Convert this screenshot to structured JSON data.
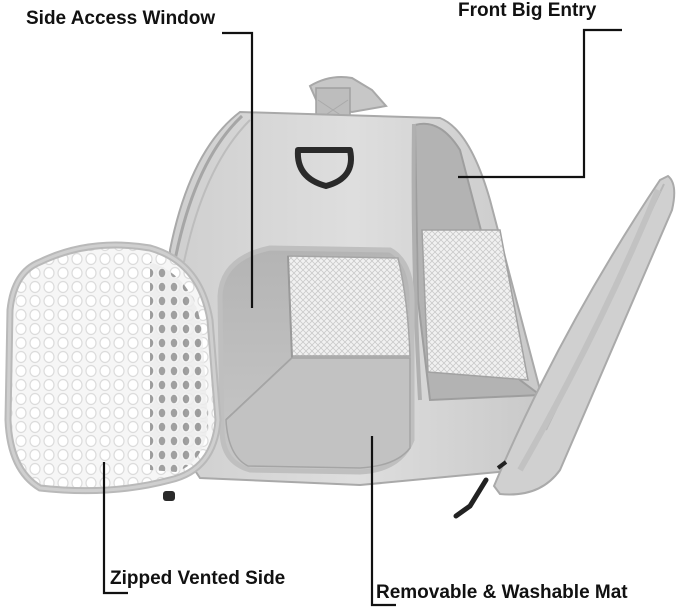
{
  "image": {
    "subject": "pet carrier bag",
    "colors": {
      "background": "#ffffff",
      "fabric": "#d4d4d4",
      "fabric_light": "#e2e2e2",
      "fabric_dark": "#a9a9a9",
      "interior": "#bdbdbd",
      "mesh": "#ececec",
      "piping": "#b8b8b8",
      "hardware": "#2a2a2a",
      "label_text": "#111111",
      "leader_line": "#111111"
    }
  },
  "callouts": [
    {
      "id": "side-access-window",
      "label": "Side Access Window"
    },
    {
      "id": "front-big-entry",
      "label": "Front Big Entry"
    },
    {
      "id": "zipped-vented-side",
      "label": "Zipped Vented Side"
    },
    {
      "id": "removable-washable-mat",
      "label": "Removable & Washable Mat"
    }
  ]
}
